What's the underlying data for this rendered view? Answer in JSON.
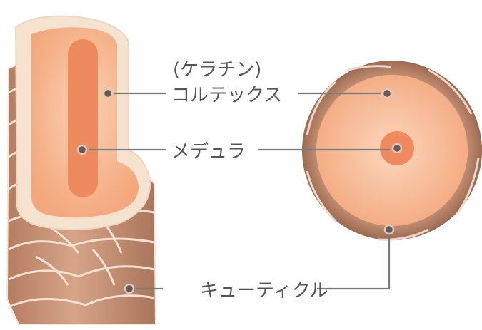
{
  "labels": {
    "keratin": "(ケラチン)",
    "cortex": "コルテックス",
    "medulla": "メデュラ",
    "cuticle": "キューティクル"
  },
  "colors": {
    "outer_rim": "#f6e3cf",
    "cortex": "#f7b78e",
    "medulla": "#ef8a5f",
    "cuticle": "#c28c6f",
    "cuticle_dark": "#9b6b52",
    "leader_line": "#7a7a7a",
    "label_text": "#555555"
  }
}
